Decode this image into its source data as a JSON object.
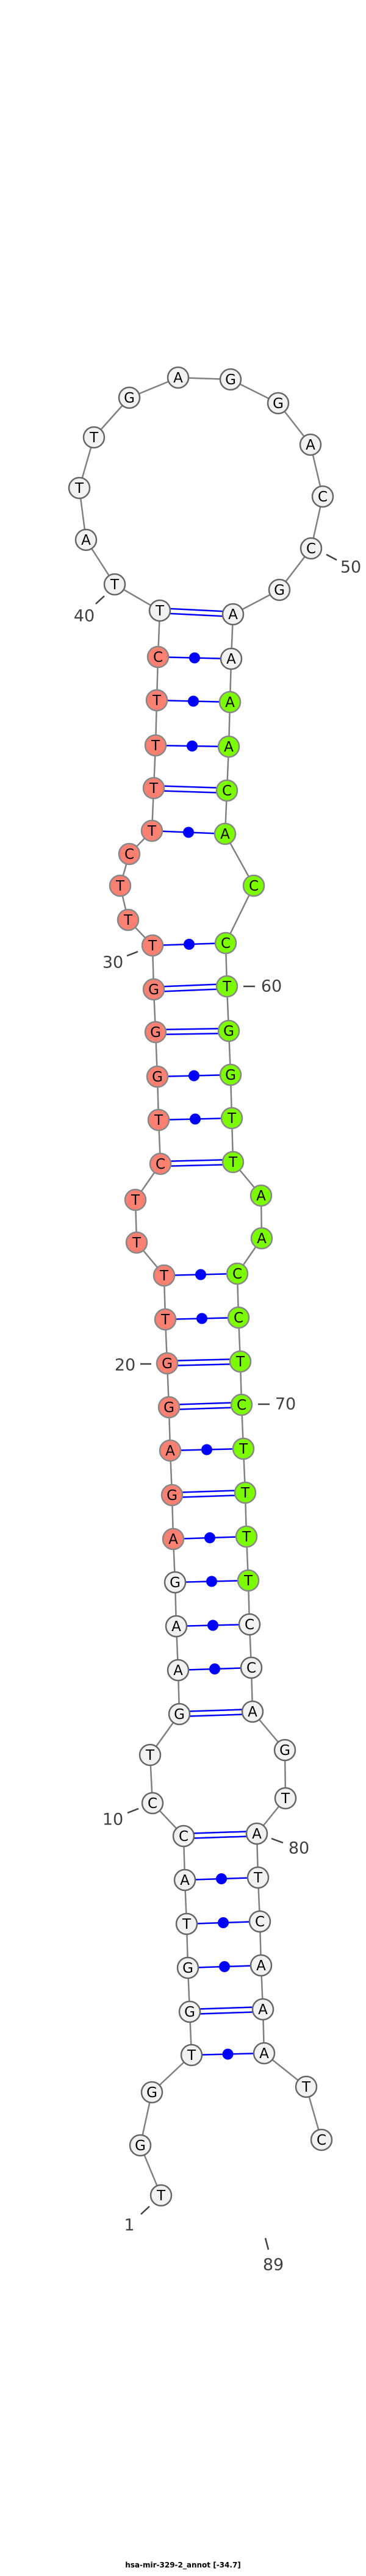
{
  "title": "hsa-mir-329-2_annot [-34.7]",
  "sequence": "TGGTGGTACCTGAAGAGAGGTTTTCTGGGTTTCTTTTCTTATTGAGGACCGAAAACACCTGGTTAACCTCTTTTCCAGTATCAAATC",
  "pairs": [
    [
      4,
      85,
      "dot"
    ],
    [
      5,
      84,
      "double"
    ],
    [
      6,
      83,
      "dot"
    ],
    [
      7,
      82,
      "dot"
    ],
    [
      8,
      81,
      "dot"
    ],
    [
      9,
      80,
      "double"
    ],
    [
      12,
      77,
      "double"
    ],
    [
      13,
      76,
      "dot"
    ],
    [
      14,
      75,
      "dot"
    ],
    [
      15,
      74,
      "dot"
    ],
    [
      16,
      73,
      "dot"
    ],
    [
      17,
      72,
      "double"
    ],
    [
      18,
      71,
      "dot"
    ],
    [
      19,
      70,
      "double"
    ],
    [
      20,
      69,
      "double"
    ],
    [
      21,
      68,
      "dot"
    ],
    [
      22,
      67,
      "dot"
    ],
    [
      25,
      64,
      "double"
    ],
    [
      26,
      63,
      "dot"
    ],
    [
      27,
      62,
      "dot"
    ],
    [
      28,
      61,
      "double"
    ],
    [
      29,
      60,
      "double"
    ],
    [
      30,
      59,
      "dot"
    ],
    [
      34,
      57,
      "dot"
    ],
    [
      35,
      56,
      "double"
    ],
    [
      36,
      55,
      "dot"
    ],
    [
      37,
      54,
      "dot"
    ],
    [
      38,
      53,
      "dot"
    ],
    [
      39,
      52,
      "double"
    ]
  ],
  "highlights": [
    {
      "name": "mature-5p",
      "from": 16,
      "to": 38,
      "color": "#fa8072"
    },
    {
      "name": "mature-3p",
      "from": 54,
      "to": 74,
      "color": "#7cfc00"
    }
  ],
  "default_color": "#f2f2f2",
  "pair_color": "#0000ff",
  "position_labels": [
    "1",
    "10",
    "20",
    "30",
    "40",
    "50",
    "60",
    "70",
    "80",
    "89"
  ]
}
